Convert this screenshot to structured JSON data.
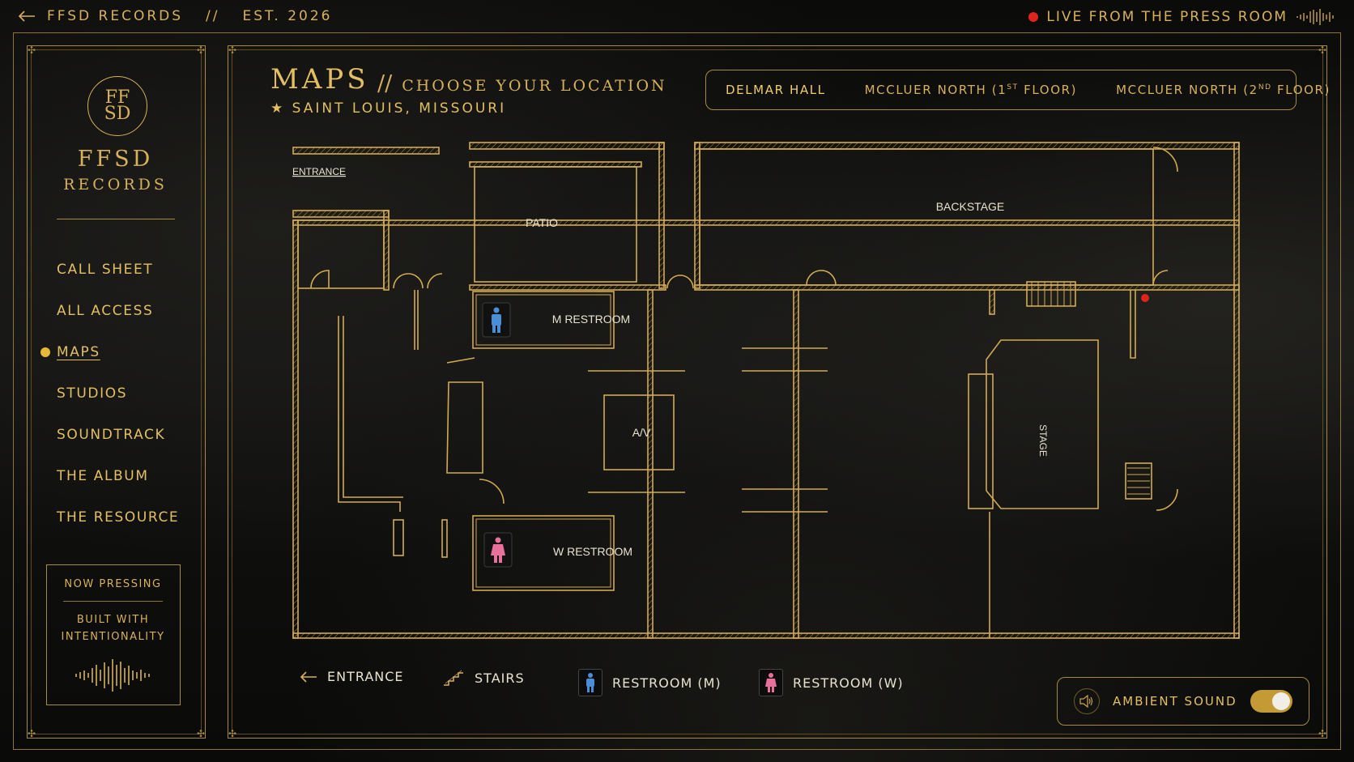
{
  "topbar": {
    "brand": "FFSD RECORDS",
    "separator": "//",
    "established": "EST. 2026",
    "live_label": "LIVE FROM THE PRESS ROOM"
  },
  "logo": {
    "monogram_top": "FF",
    "monogram_bottom": "SD",
    "name": "FFSD",
    "sub": "RECORDS"
  },
  "nav": {
    "items": [
      {
        "label": "CALL SHEET",
        "active": false
      },
      {
        "label": "ALL ACCESS",
        "active": false
      },
      {
        "label": "MAPS",
        "active": true
      },
      {
        "label": "STUDIOS",
        "active": false
      },
      {
        "label": "SOUNDTRACK",
        "active": false
      },
      {
        "label": "THE ALBUM",
        "active": false
      },
      {
        "label": "THE RESOURCE",
        "active": false
      }
    ]
  },
  "press": {
    "title": "NOW PRESSING",
    "line1": "BUILT WITH",
    "line2": "INTENTIONALITY"
  },
  "header": {
    "title": "MAPS",
    "slashes": "//",
    "subtitle": "CHOOSE YOUR LOCATION",
    "location": "SAINT LOUIS, MISSOURI"
  },
  "tabs": [
    {
      "label": "DELMAR HALL",
      "active": true
    },
    {
      "label": "MCCLUER NORTH (1",
      "sup": "ST",
      "suffix": " FLOOR)",
      "active": false
    },
    {
      "label": "MCCLUER NORTH (2",
      "sup": "ND",
      "suffix": " FLOOR)",
      "active": false
    }
  ],
  "map": {
    "rooms": {
      "entrance": "ENTRANCE",
      "patio": "PATIO",
      "backstage": "BACKSTAGE",
      "m_restroom": "M RESTROOM",
      "w_restroom": "W RESTROOM",
      "av": "A/V",
      "stage": "STAGE"
    }
  },
  "legend": {
    "entrance": "ENTRANCE",
    "stairs": "STAIRS",
    "restroom_m": "RESTROOM (M)",
    "restroom_w": "RESTROOM (W)"
  },
  "ambient": {
    "label": "AMBIENT SOUND",
    "on": true
  },
  "colors": {
    "gold": "#d9b45a",
    "live_red": "#e0241d",
    "men_blue": "#4a8fd6",
    "women_pink": "#e8709b"
  }
}
